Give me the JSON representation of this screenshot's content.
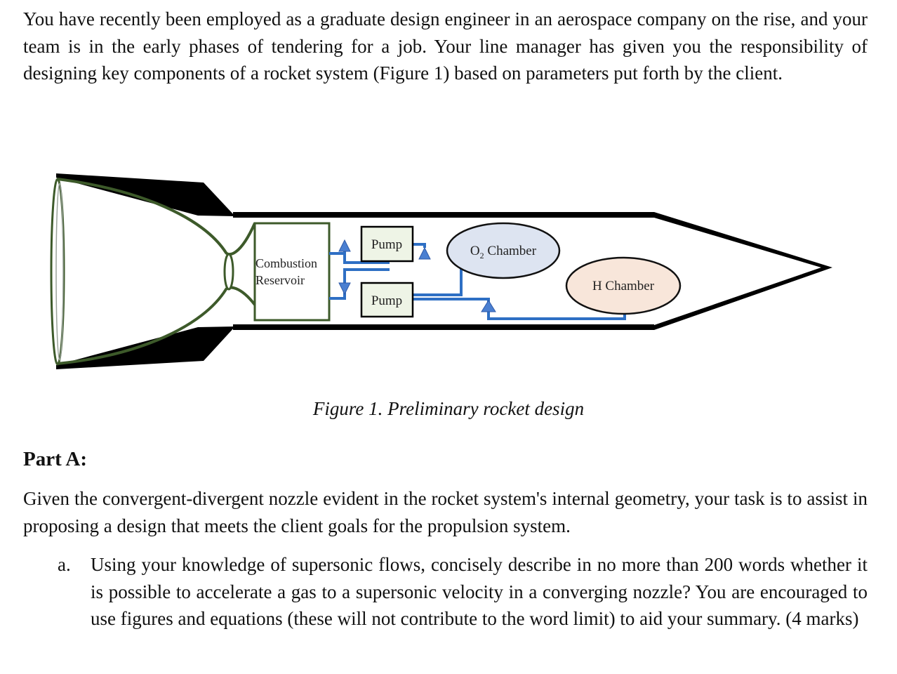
{
  "intro": {
    "text": "You have recently been employed as a graduate design engineer in an aerospace company on the rise, and your team is in the early phases of tendering for a job. Your line manager has given you the responsibility of designing key components of a rocket system (Figure 1) based on parameters put forth by the client."
  },
  "figure": {
    "labels": {
      "combustion_line1": "Combustion",
      "combustion_line2": "Reservoir",
      "pump_top": "Pump",
      "pump_bottom": "Pump",
      "o2_prefix": "O",
      "o2_sub": "2",
      "o2_suffix": " Chamber",
      "h_chamber": "H Chamber"
    },
    "colors": {
      "body": "#000000",
      "nozzle": "#3d5a2a",
      "pipe": "#2e6fc4",
      "valve": "#4a7fd1",
      "o2_fill": "#dde4f1",
      "h_fill": "#f8e6da",
      "pump_fill": "#eef4e6"
    },
    "caption": "Figure 1. Preliminary rocket design"
  },
  "partA": {
    "heading": "Part A:",
    "text": "Given the convergent-divergent nozzle evident in the rocket system's internal geometry, your task is to assist in proposing a design that meets the client goals for the propulsion system.",
    "question_marker": "a.",
    "question_text": "Using your knowledge of supersonic flows, concisely describe in no more than 200 words whether it is possible to accelerate a gas to a supersonic velocity in a converging nozzle? You are encouraged to use figures and equations (these will not contribute to the word limit) to aid your summary. (4 marks)"
  }
}
